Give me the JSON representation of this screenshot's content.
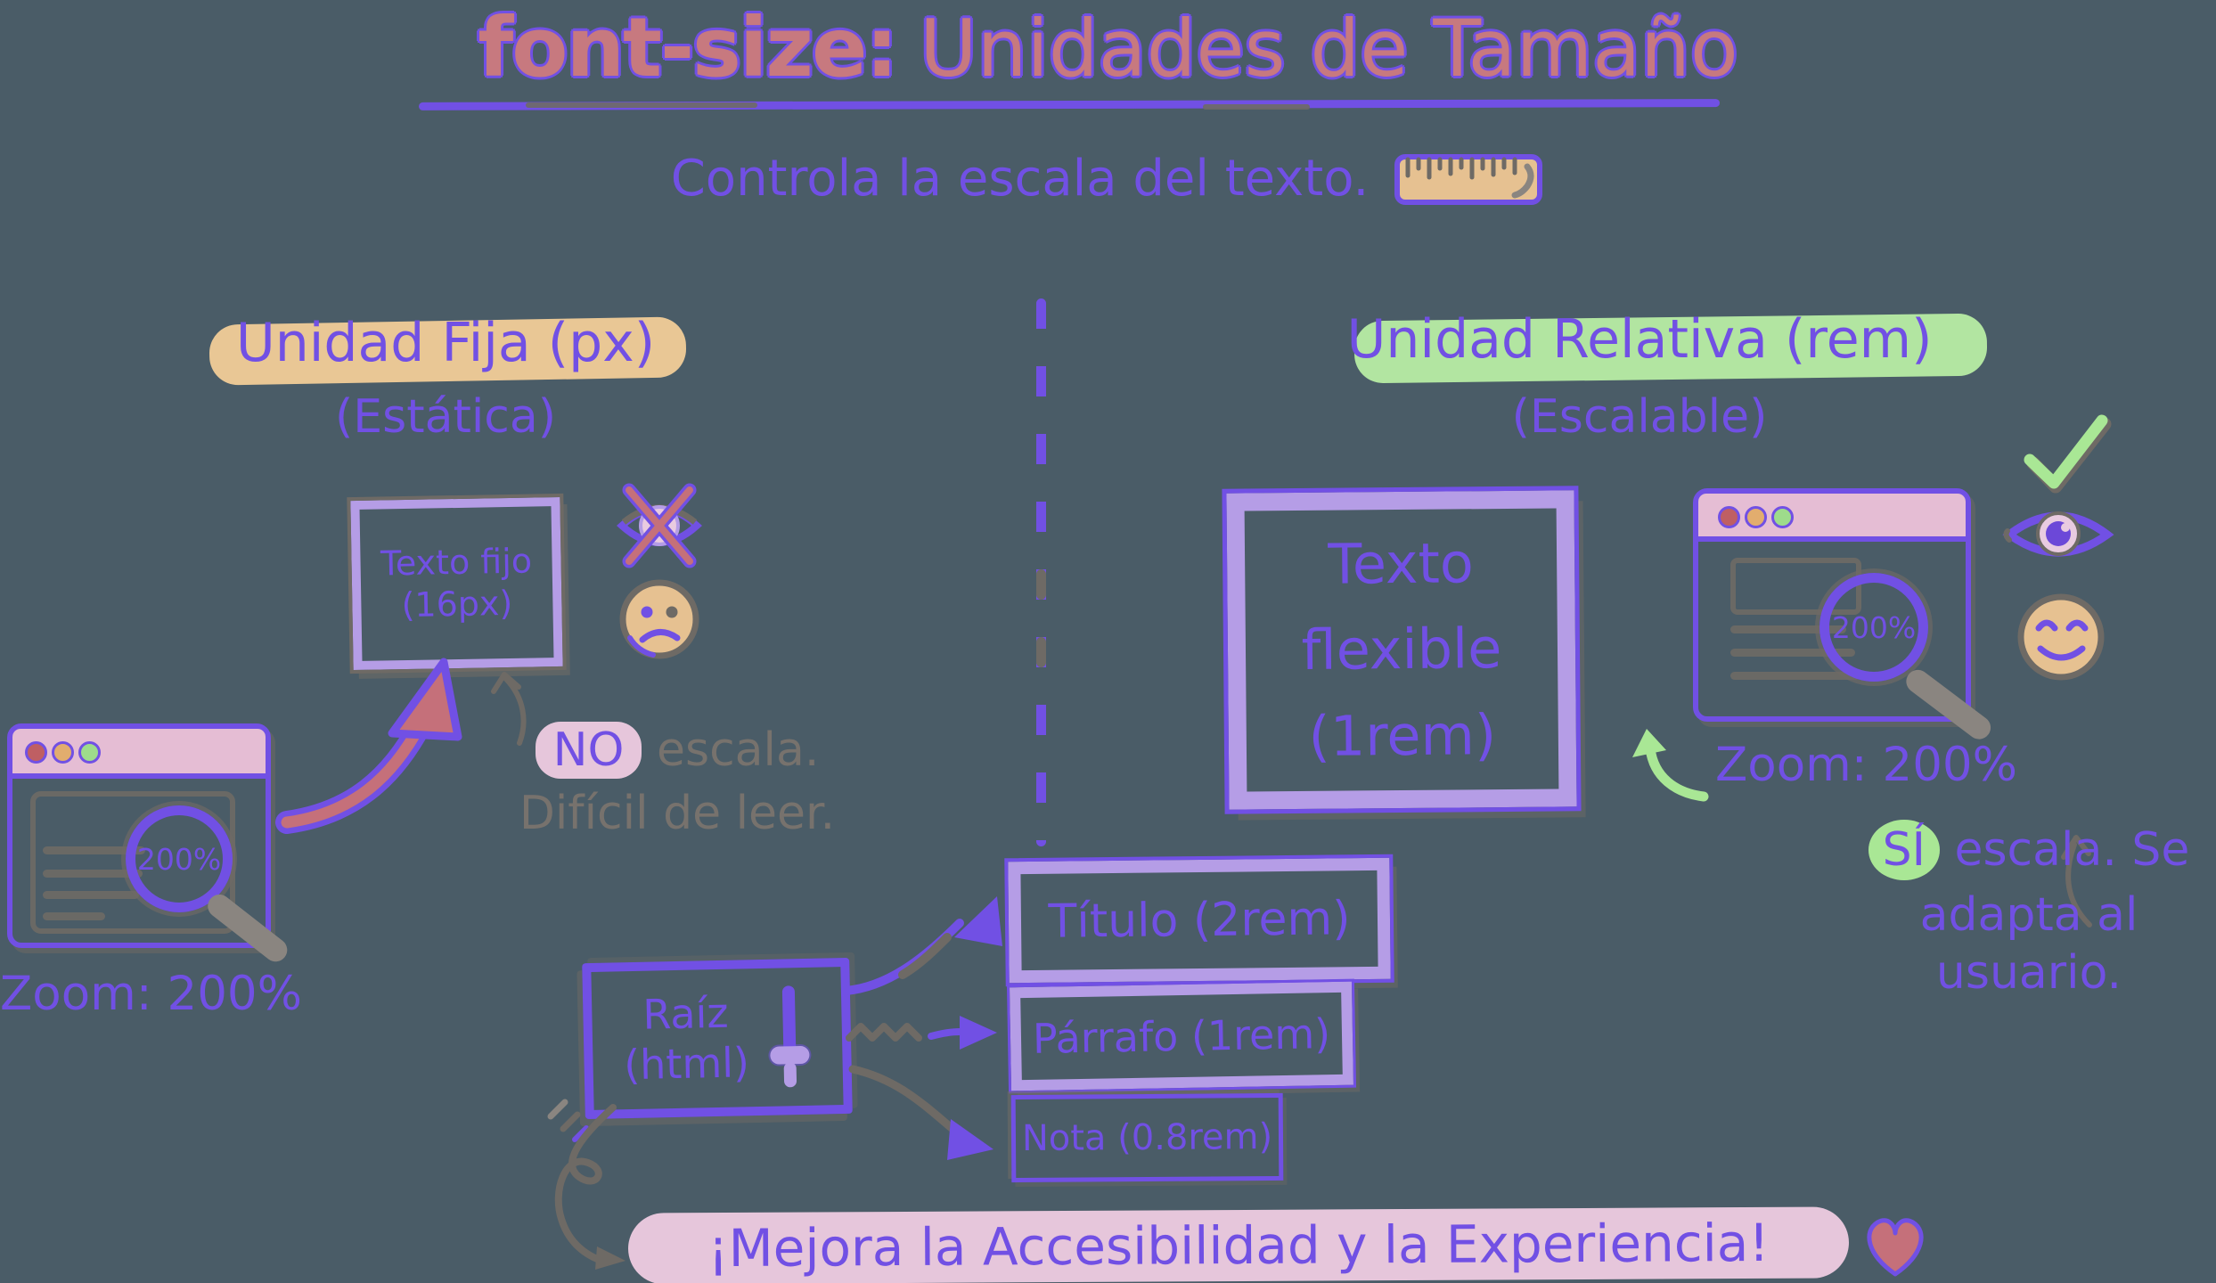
{
  "title": {
    "code": "font-size:",
    "rest": "Unidades de Tamaño"
  },
  "subtitle": {
    "text": "Controla la escala del texto."
  },
  "left": {
    "heading": "Unidad Fija (px)",
    "subheading": "(Estática)",
    "fixed_box": {
      "line1": "Texto fijo",
      "line2": "(16px)"
    },
    "note": {
      "highlight": "NO",
      "rest": " escala.",
      "line2": "Difícil de leer."
    },
    "browser": {
      "magnifier_value": "200%",
      "zoom_label": "Zoom: 200%"
    }
  },
  "right": {
    "heading": "Unidad Relativa (rem)",
    "subheading": "(Escalable)",
    "flex_box": {
      "line1": "Texto",
      "line2": "flexible",
      "line3": "(1rem)"
    },
    "browser": {
      "magnifier_value": "200%",
      "zoom_label": "Zoom: 200%"
    },
    "note": {
      "highlight": "SÍ",
      "rest": " escala. Se",
      "line2": "adapta al usuario."
    }
  },
  "center": {
    "root_box": {
      "line1": "Raíz",
      "line2": "(html)"
    },
    "outputs": [
      {
        "label": "Título (2rem)"
      },
      {
        "label": "Párrafo (1rem)"
      },
      {
        "label": "Nota (0.8rem)"
      }
    ]
  },
  "footer": {
    "banner": "¡Mejora la Accesibilidad y la Experiencia!"
  },
  "icons": {
    "subtitle": "ruler-icon",
    "left_status": [
      "eye-blocked-icon",
      "sad-face-icon"
    ],
    "right_status": [
      "check-icon",
      "eye-icon",
      "happy-face-icon"
    ],
    "root_box": "slider-icon",
    "browsers": "magnifier-icon",
    "footer": "heart-icon"
  },
  "colors": {
    "background": "#4A5C67",
    "purple": "#7150E4",
    "lavender": "#B59DE6",
    "coral": "#C7797F",
    "tan_highlight": "#E9C795",
    "green_highlight": "#A9E795",
    "pink_highlight": "#E6C6DB",
    "sketch_gray": "#6E6A65"
  }
}
